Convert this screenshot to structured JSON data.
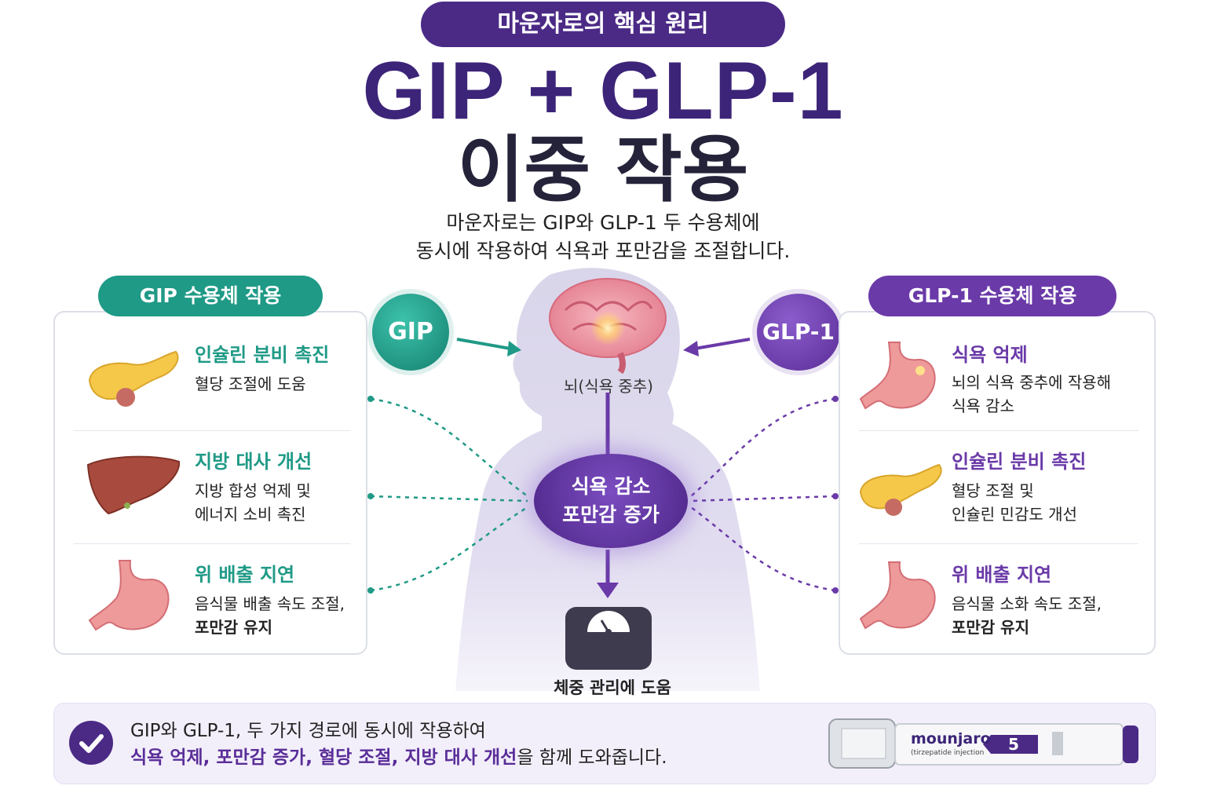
{
  "header": {
    "pill": "마운자로의 핵심 원리",
    "title_line1": "GIP + GLP-1",
    "title_line2": "이중 작용",
    "subtitle_line1": "마운자로는 GIP와 GLP-1 두 수용체에",
    "subtitle_line2": "동시에 작용하여 식욕과 포만감을 조절합니다."
  },
  "gip_panel": {
    "title": "GIP 수용체 작용",
    "items": [
      {
        "icon": "pancreas-icon",
        "heading": "인슐린 분비 촉진",
        "line1": "혈당 조절에 도움",
        "line2": ""
      },
      {
        "icon": "liver-icon",
        "heading": "지방 대사 개선",
        "line1": "지방 합성 억제 및",
        "line2": "에너지 소비 촉진"
      },
      {
        "icon": "stomach-icon",
        "heading": "위 배출 지연",
        "line1": "음식물 배출 속도 조절,",
        "line2": "포만감 유지"
      }
    ]
  },
  "glp_panel": {
    "title": "GLP-1 수용체 작용",
    "items": [
      {
        "icon": "stomach-icon",
        "heading": "식욕 억제",
        "line1": "뇌의 식욕 중추에 작용해",
        "line2": "식욕 감소"
      },
      {
        "icon": "pancreas-icon",
        "heading": "인슐린 분비 촉진",
        "line1": "혈당 조절 및",
        "line2": "인슐린 민감도 개선"
      },
      {
        "icon": "stomach-icon",
        "heading": "위 배출 지연",
        "line1": "음식물 소화 속도 조절,",
        "line2": "포만감 유지"
      }
    ]
  },
  "center": {
    "gip_label": "GIP",
    "glp_label": "GLP-1",
    "brain_label": "뇌(식욕 중추)",
    "hub_line1": "식욕 감소",
    "hub_line2": "포만감 증가",
    "scale_label": "체중 관리에 도움"
  },
  "bottom": {
    "line1": "GIP와 GLP-1, 두 가지 경로에 동시에 작용하여",
    "line2_highlight": "식욕 억제, 포만감 증가, 혈당 조절, 지방 대사 개선",
    "line2_rest": "을 함께 도와줍니다.",
    "pen_brand": "mounjaro",
    "pen_sub": "(tirzepatide injection",
    "pen_dose": "5"
  },
  "colors": {
    "primary_purple": "#4b2a86",
    "glp_purple": "#6a3aa8",
    "gip_teal": "#1f9a86",
    "title_dark": "#24233a"
  }
}
